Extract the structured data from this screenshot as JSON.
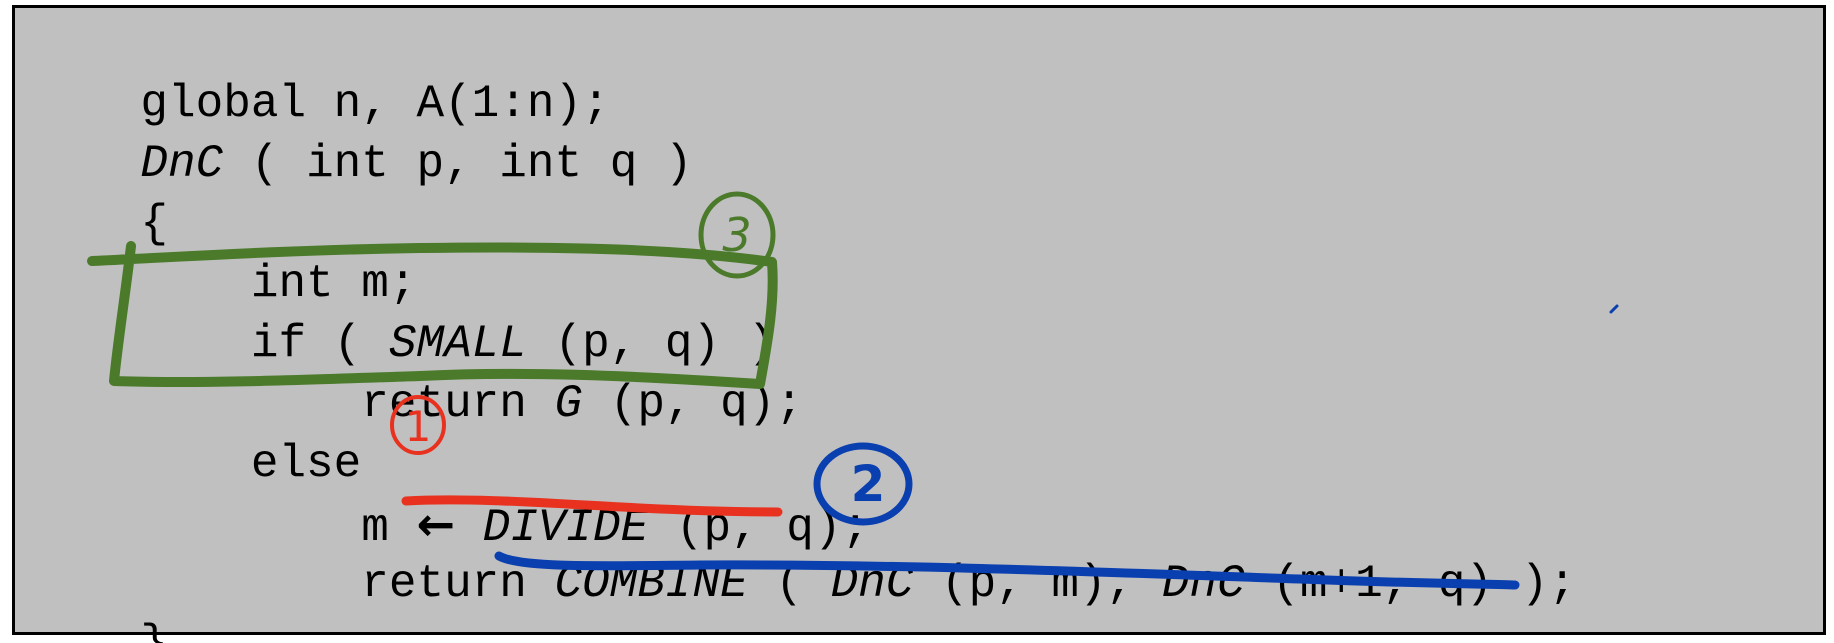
{
  "code_lines": [
    {
      "text": "global n, A(1:n);"
    },
    {
      "name": "DnC",
      "rest": " ( int p, int q )"
    },
    {
      "text": "{"
    },
    {
      "text": "    int m;"
    },
    {
      "pre": "    if ( ",
      "fn": "SMALL",
      "post": " (p, q) )"
    },
    {
      "pre": "        return ",
      "fn": "G",
      "post": " (p, q);"
    },
    {
      "text": "    else"
    },
    {
      "pre": "        m ",
      "arrow": "←",
      "mid": " ",
      "fn": "DIVIDE",
      "post": " (p, q);"
    },
    {
      "pre": "        return ",
      "fn": "COMBINE",
      "p1": " ( ",
      "fn2": "DnC",
      "p2": " (p, m), ",
      "fn3": "DnC",
      "p3": " (m+1, q) );"
    },
    {
      "text": "}"
    }
  ],
  "annotations": {
    "step_1": {
      "label": "1",
      "color": "#e8321f"
    },
    "step_2": {
      "label": "2",
      "color": "#0a3fb0"
    },
    "step_3": {
      "label": "3",
      "color": "#4a7a2a"
    }
  }
}
